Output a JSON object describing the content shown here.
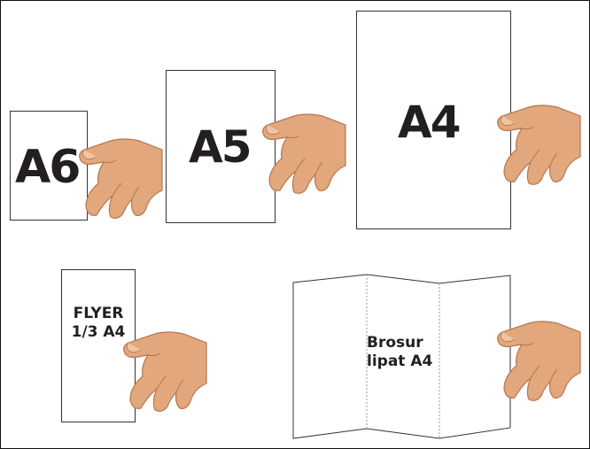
{
  "papers": {
    "a6": {
      "label": "A6"
    },
    "a5": {
      "label": "A5"
    },
    "a4": {
      "label": "A4"
    },
    "flyer": {
      "line1": "FLYER",
      "line2": "1/3 A4"
    },
    "brochure": {
      "line1": "Brosur",
      "line2": "lipat A4"
    }
  },
  "colors": {
    "skin": "#e2a77c",
    "skin_shadow": "#b8764d",
    "paper_border": "#333333",
    "text": "#231f20"
  }
}
